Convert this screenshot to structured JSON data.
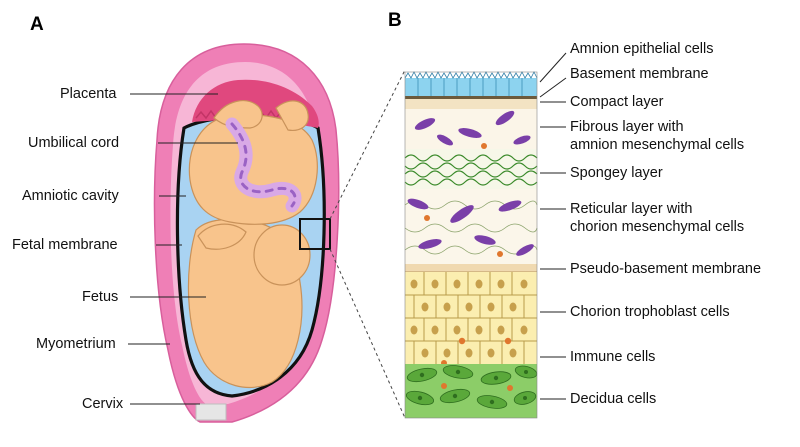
{
  "panel_a": {
    "letter": "A",
    "labels": [
      "Placenta",
      "Umbilical cord",
      "Amniotic cavity",
      "Fetal membrane",
      "Fetus",
      "Myometrium",
      "Cervix"
    ]
  },
  "panel_b": {
    "letter": "B",
    "labels": [
      {
        "lines": [
          "Amnion epithelial cells"
        ]
      },
      {
        "lines": [
          "Basement membrane"
        ]
      },
      {
        "lines": [
          "Compact layer"
        ]
      },
      {
        "lines": [
          "Fibrous layer with",
          "amnion mesenchymal cells"
        ]
      },
      {
        "lines": [
          "Spongey layer"
        ]
      },
      {
        "lines": [
          "Reticular layer with",
          "chorion mesenchymal cells"
        ]
      },
      {
        "lines": [
          "Pseudo-basement membrane"
        ]
      },
      {
        "lines": [
          "Chorion trophoblast cells"
        ]
      },
      {
        "lines": [
          "Immune cells"
        ]
      },
      {
        "lines": [
          "Decidua cells"
        ]
      }
    ]
  },
  "colors": {
    "uterus_pink": "#ef7fb6",
    "uterus_light": "#f7b6d6",
    "amniotic_blue": "#a9d3f2",
    "fetus_skin": "#f8c48c",
    "cord_lilac": "#d9a9e6",
    "cord_purple": "#9a62c4",
    "epithelial_blue": "#8dd3ef",
    "trophoblast_yellow": "#fbeeb0",
    "decidua_green": "#6fbf4a",
    "mesenchymal_purple": "#7a3fa8"
  }
}
